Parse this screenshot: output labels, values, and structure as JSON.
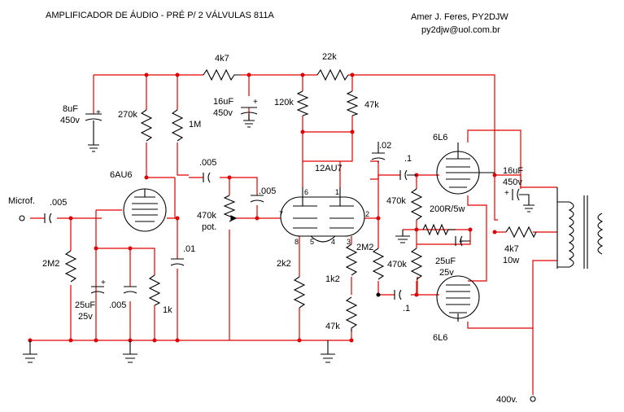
{
  "header": {
    "title": "AMPLIFICADOR DE  ÁUDIO  -  PRÉ P/ 2 VÁLVULAS 811A",
    "author": "Amer J. Feres, PY2DJW",
    "email": "py2djw@uol.com.br"
  },
  "labels": {
    "microfone": "Microf.",
    "c_in": ".005",
    "r_grid": "2M2",
    "c_cath": "25uF",
    "c_cath_v": "25v",
    "c_cath2": ".005",
    "r_cath": "1k",
    "tube1": "6AU6",
    "c_filter1": "8uF",
    "c_filter1_v": "450v",
    "r_screen": "270k",
    "r_plate": "1M",
    "c_screen": ".01",
    "r_dec1": "4k7",
    "c_filter2": "16uF",
    "c_filter2_v": "450v",
    "c_coupling": ".005",
    "pot": "470k",
    "pot_suffix": "pot.",
    "c_tone": ".005",
    "r_dec2": "22k",
    "r_plate2a": "120k",
    "r_plate2b": "47k",
    "tube2": "12AU7",
    "pin6": "6",
    "pin1": "1",
    "pin7": "7",
    "pin2": "2",
    "pin8": "8",
    "pin5": "5",
    "pin4": "4",
    "pin3": "3",
    "r_cath2": "2k2",
    "r_grid2": "2M2",
    "r_k3": "1k2",
    "r_k4": "47k",
    "c_02": ".02",
    "c_01a": ".1",
    "c_01b": ".1",
    "r_470k_a": "470k",
    "r_470k_b": "470k",
    "r_bias": "200R/5w",
    "c_bias": "25uF",
    "c_bias_v": "25v",
    "tube_top": "6L6",
    "tube_bot": "6L6",
    "c_filter3": "16uF",
    "c_filter3_v": "450v",
    "r_dec3": "4k7",
    "r_dec3_w": "10w",
    "supply": "400v."
  },
  "colors": {
    "wire": "#e00000",
    "component": "#000000"
  }
}
